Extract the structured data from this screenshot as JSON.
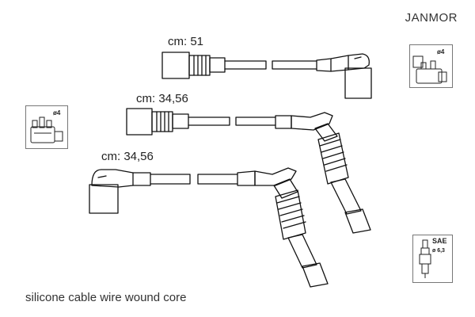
{
  "brand": "JANMOR",
  "caption": "silicone cable wire wound core",
  "cables": [
    {
      "length_label": "cm: 51"
    },
    {
      "length_label": "cm: 34,56"
    },
    {
      "length_label": "cm: 34,56"
    }
  ],
  "icons": {
    "distributor_left": {
      "diameter": "ø4"
    },
    "distributor_right": {
      "diameter": "ø4"
    },
    "spark_plug": {
      "standard": "SAE",
      "diameter": "ø 6,3"
    }
  }
}
